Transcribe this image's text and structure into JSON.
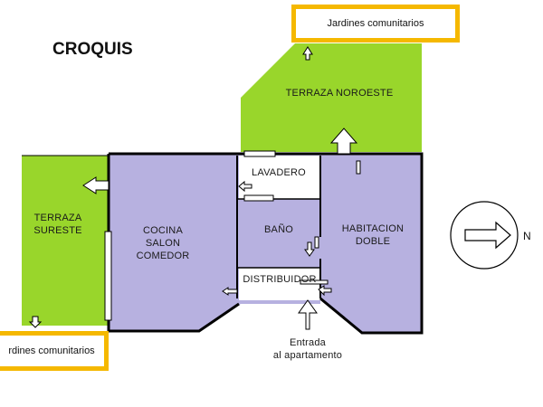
{
  "title": "CROQUIS",
  "rooms": {
    "terraza_noroeste": "TERRAZA NOROESTE",
    "terraza_sureste": [
      "TERRAZA",
      "SURESTE"
    ],
    "cocina": [
      "COCINA",
      "SALON",
      "COMEDOR"
    ],
    "lavadero": "LAVADERO",
    "bano": "BAÑO",
    "distribuidor": "DISTRIBUIDOR",
    "habitacion": [
      "HABITACION",
      "DOBLE"
    ]
  },
  "gardens": {
    "top": "Jardines comunitarios",
    "bottom": "rdines comunitarios"
  },
  "entrance": [
    "Entrada",
    "al apartamento"
  ],
  "compass": {
    "label": "N"
  },
  "colors": {
    "terrace": "#99d62b",
    "room": "#b7b1e0",
    "wall": "#000000",
    "garden_border": "#f5b800"
  }
}
